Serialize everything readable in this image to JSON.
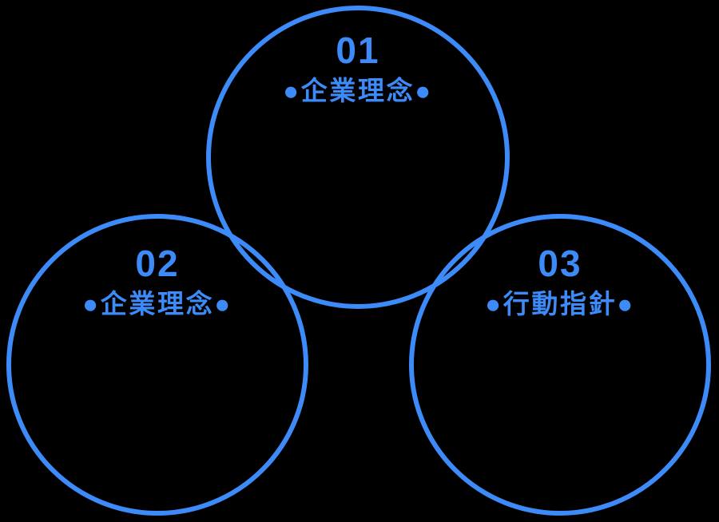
{
  "page": {
    "background_color": "#000000",
    "accent_color": "#3D8BF8"
  },
  "diagram": {
    "type": "three-circle-venn-style-diagram",
    "circles": [
      {
        "position": "top-center",
        "number": "01",
        "label": "●企業理念●"
      },
      {
        "position": "bottom-left",
        "number": "02",
        "label": "●企業理念●"
      },
      {
        "position": "bottom-right",
        "number": "03",
        "label": "●行動指針●"
      }
    ]
  }
}
